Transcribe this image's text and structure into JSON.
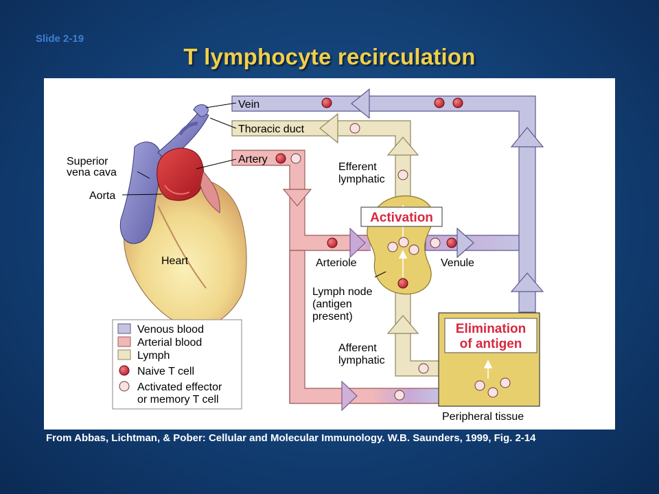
{
  "slide": {
    "number": "Slide 2-19",
    "title": "T lymphocyte recirculation",
    "credit": "From Abbas, Lichtman, & Pober: Cellular and Molecular Immunology. W.B. Saunders, 1999, Fig. 2-14"
  },
  "diagram": {
    "labels": {
      "vein": "Vein",
      "thoracic_duct": "Thoracic duct",
      "artery": "Artery",
      "superior_vena_cava_1": "Superior",
      "superior_vena_cava_2": "vena cava",
      "aorta": "Aorta",
      "heart": "Heart",
      "efferent_1": "Efferent",
      "efferent_2": "lymphatic",
      "activation": "Activation",
      "arteriole": "Arteriole",
      "venule": "Venule",
      "lymph_node_1": "Lymph node",
      "lymph_node_2": "(antigen",
      "lymph_node_3": "present)",
      "afferent_1": "Afferent",
      "afferent_2": "lymphatic",
      "elimination_1": "Elimination",
      "elimination_2": "of antigen",
      "peripheral_tissue": "Peripheral tissue"
    },
    "legend": {
      "venous": "Venous blood",
      "arterial": "Arterial blood",
      "lymph": "Lymph",
      "naive": "Naive T cell",
      "activated_1": "Activated effector",
      "activated_2": "or memory T cell"
    },
    "colors": {
      "venous": "#c5c3e2",
      "arterial": "#f0b8b8",
      "lymph": "#ece4c2",
      "node": "#e8cf6e",
      "naive_cell": "#d83040",
      "activated_cell": "#f8e2e2",
      "highlight_text": "#d8283e"
    }
  }
}
